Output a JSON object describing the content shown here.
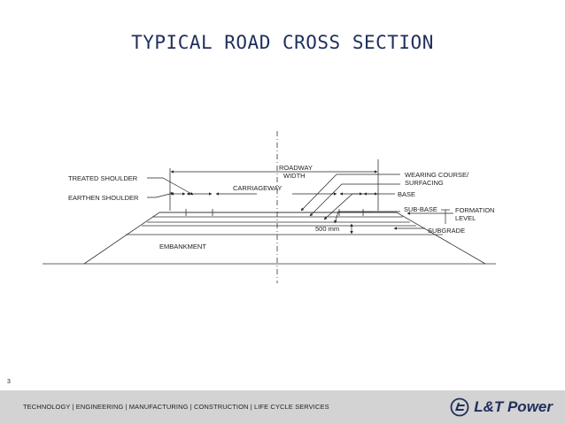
{
  "title": "TYPICAL ROAD CROSS SECTION",
  "labels": {
    "treated_shoulder": "TREATED SHOULDER",
    "earthen_shoulder": "EARTHEN SHOULDER",
    "carriageway": "CARRIAGEWAY",
    "roadway_line1": "ROADWAY",
    "roadway_line2": "WIDTH",
    "wearing_line1": "WEARING COURSE/",
    "wearing_line2": "SURFACING",
    "base": "BASE",
    "sub_base": "SUB-BASE",
    "formation_line1": "FORMATION",
    "formation_line2": "LEVEL",
    "subgrade": "SUBGRADE",
    "dimension_500": "500 mm",
    "embankment": "EMBANKMENT"
  },
  "page_number": "3",
  "footer": {
    "tagline": "TECHNOLOGY  |  ENGINEERING  |  MANUFACTURING  |  CONSTRUCTION  |  LIFE CYCLE SERVICES",
    "brand": "L&T Power"
  },
  "colors": {
    "title": "#1f2f5c",
    "footer_bg": "#d3d3d3",
    "brand": "#1f2f5c",
    "line": "#333333"
  }
}
